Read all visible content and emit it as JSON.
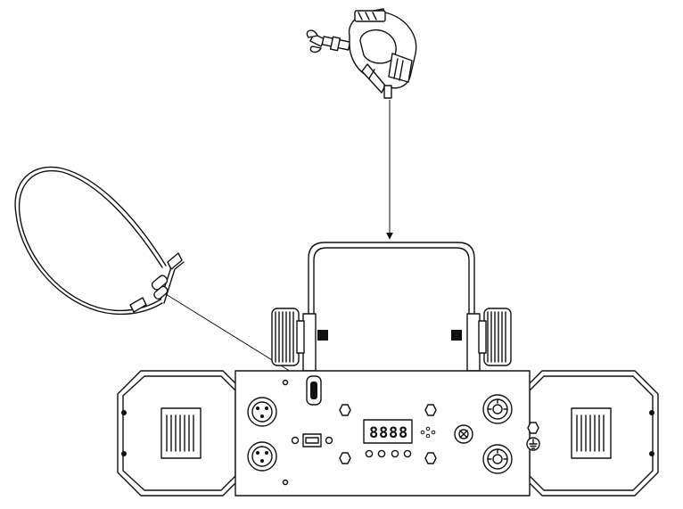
{
  "display": {
    "digits": [
      "8",
      "8",
      "8",
      "8"
    ]
  },
  "arrows": [
    {
      "from": "mounting-clamp",
      "to": "bracket"
    },
    {
      "from": "safety-cable",
      "to": "safety-eyelet"
    }
  ],
  "colors": {
    "line": "#111111",
    "fill": "#ffffff"
  },
  "icons": [
    "mounting-clamp-icon",
    "safety-cable-icon",
    "ground-symbol-icon",
    "xlr-connector-icon",
    "powercon-connector-icon",
    "usb-port-icon",
    "speaker-vent-icon"
  ]
}
